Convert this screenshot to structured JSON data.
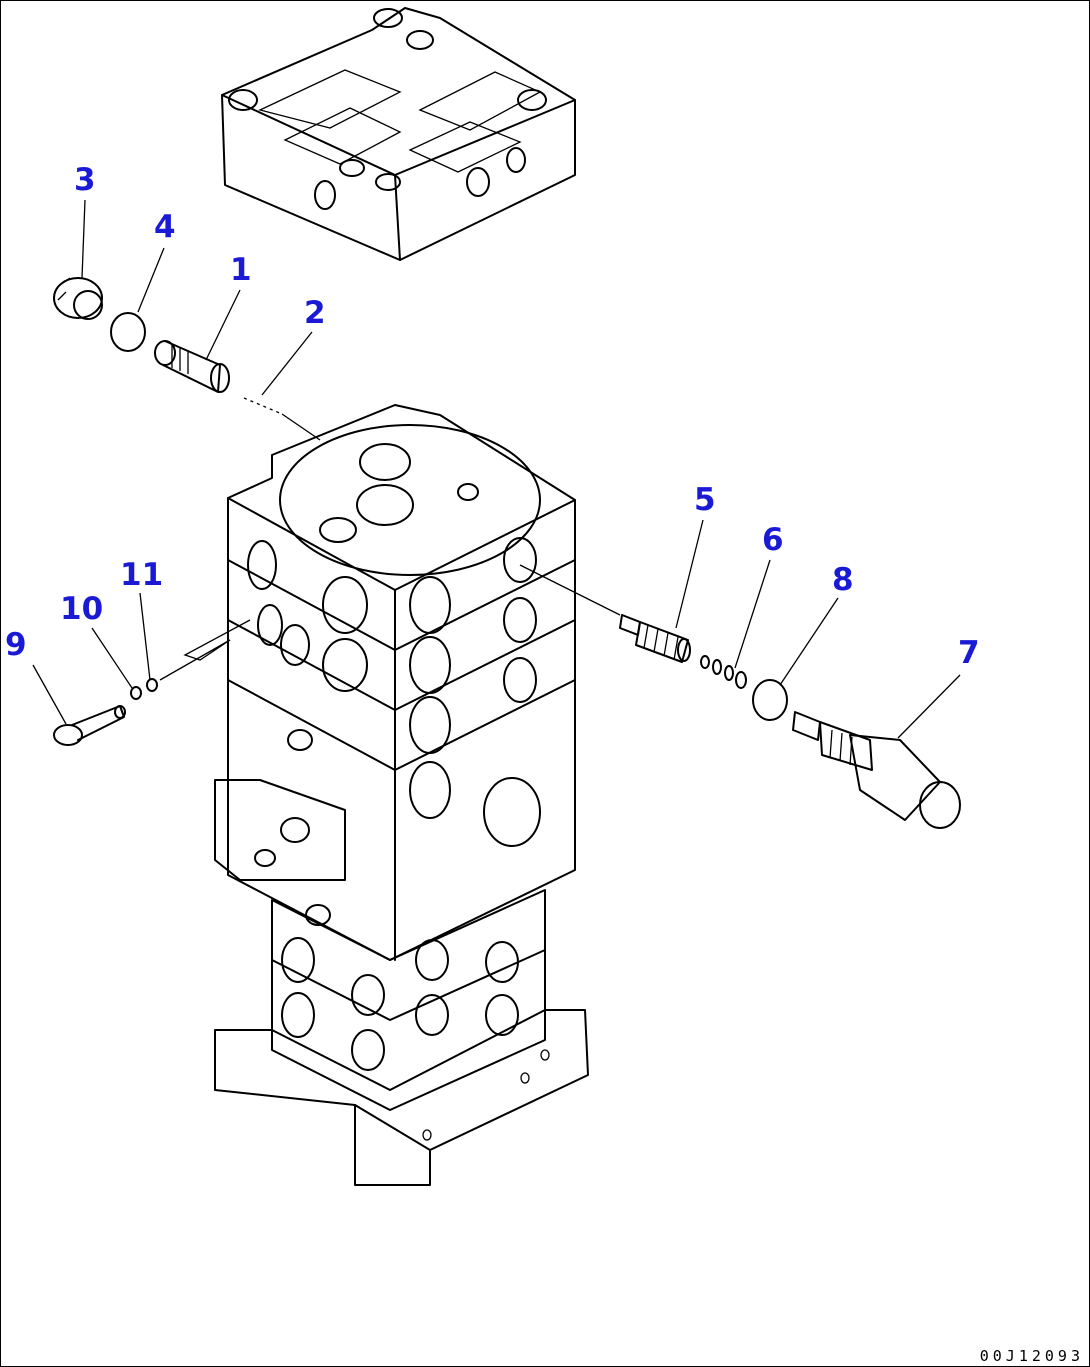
{
  "drawing": {
    "number": "00J12093",
    "callouts": [
      {
        "id": "3",
        "label": "3"
      },
      {
        "id": "4",
        "label": "4"
      },
      {
        "id": "1",
        "label": "1"
      },
      {
        "id": "2",
        "label": "2"
      },
      {
        "id": "5",
        "label": "5"
      },
      {
        "id": "6",
        "label": "6"
      },
      {
        "id": "8",
        "label": "8"
      },
      {
        "id": "7",
        "label": "7"
      },
      {
        "id": "11",
        "label": "11"
      },
      {
        "id": "10",
        "label": "10"
      },
      {
        "id": "9",
        "label": "9"
      }
    ],
    "callout_color": "#1a1ad6",
    "line_color": "#000000"
  }
}
